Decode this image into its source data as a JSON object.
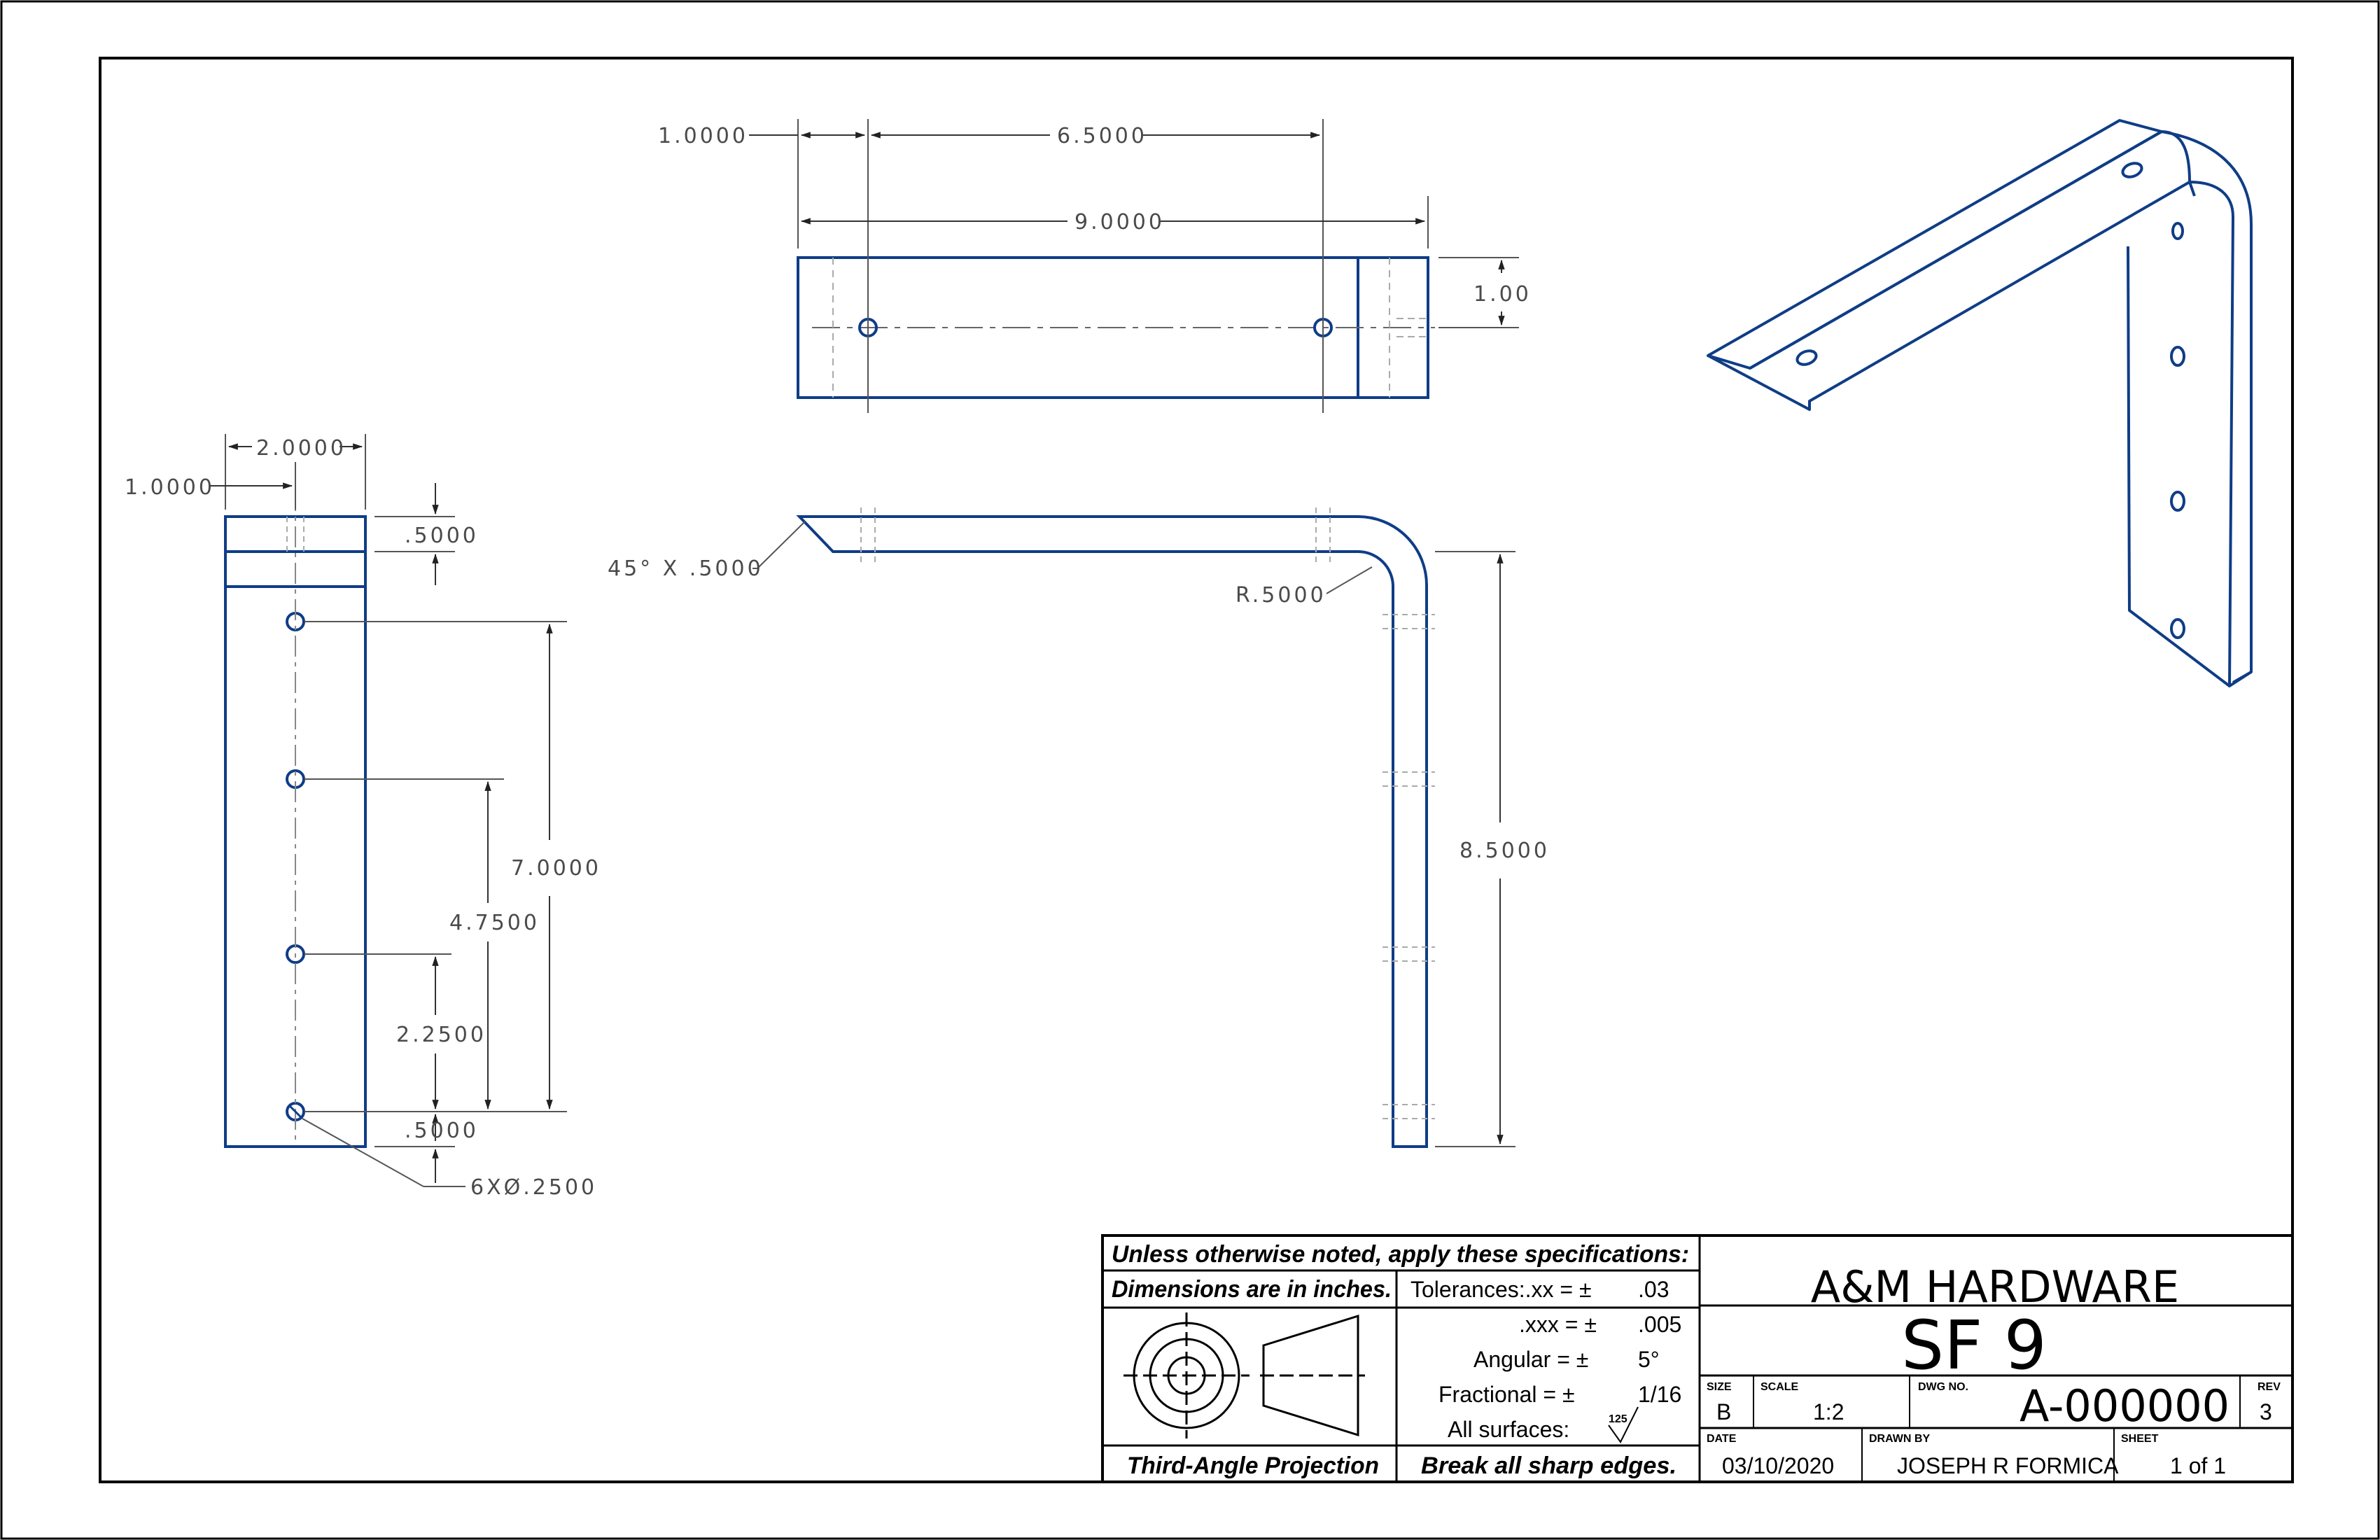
{
  "colors": {
    "part": "#0f3d86",
    "dim": "#4a4a4a",
    "border": "#000000"
  },
  "dims": {
    "top_offset": "1.0000",
    "top_spacing": "6.5000",
    "top_overall": "9.0000",
    "top_width": "1.00",
    "side_width": "2.0000",
    "side_offset": "1.0000",
    "side_top": ".5000",
    "side_7": "7.0000",
    "side_475": "4.7500",
    "side_225": "2.2500",
    "side_bottom": ".5000",
    "holes": "6XØ.2500",
    "chamfer": "45° X .5000",
    "radius": "R.5000",
    "height": "8.5000"
  },
  "title_block": {
    "spec_header": "Unless otherwise noted, apply these specifications:",
    "units": "Dimensions are in inches.",
    "tol_label": "Tolerances:.xx = ±",
    "tol_xx": ".03",
    "tol_xxx_label": ".xxx = ±",
    "tol_xxx": ".005",
    "angular_label": "Angular = ±",
    "angular": "5°",
    "fractional_label": "Fractional = ±",
    "fractional": "1/16",
    "surfaces_label": "All surfaces:",
    "surface_value": "125",
    "projection": "Third-Angle Projection",
    "edges": "Break all sharp edges.",
    "company": "A&M HARDWARE",
    "part_name": "SF 9",
    "size_label": "SIZE",
    "size": "B",
    "scale_label": "SCALE",
    "scale": "1:2",
    "dwg_label": "DWG NO.",
    "dwg_no": "A-000000",
    "rev_label": "REV",
    "rev": "3",
    "date_label": "DATE",
    "date": "03/10/2020",
    "drawn_label": "DRAWN BY",
    "drawn_by": "JOSEPH R FORMICA",
    "sheet_label": "SHEET",
    "sheet": "1 of 1"
  }
}
